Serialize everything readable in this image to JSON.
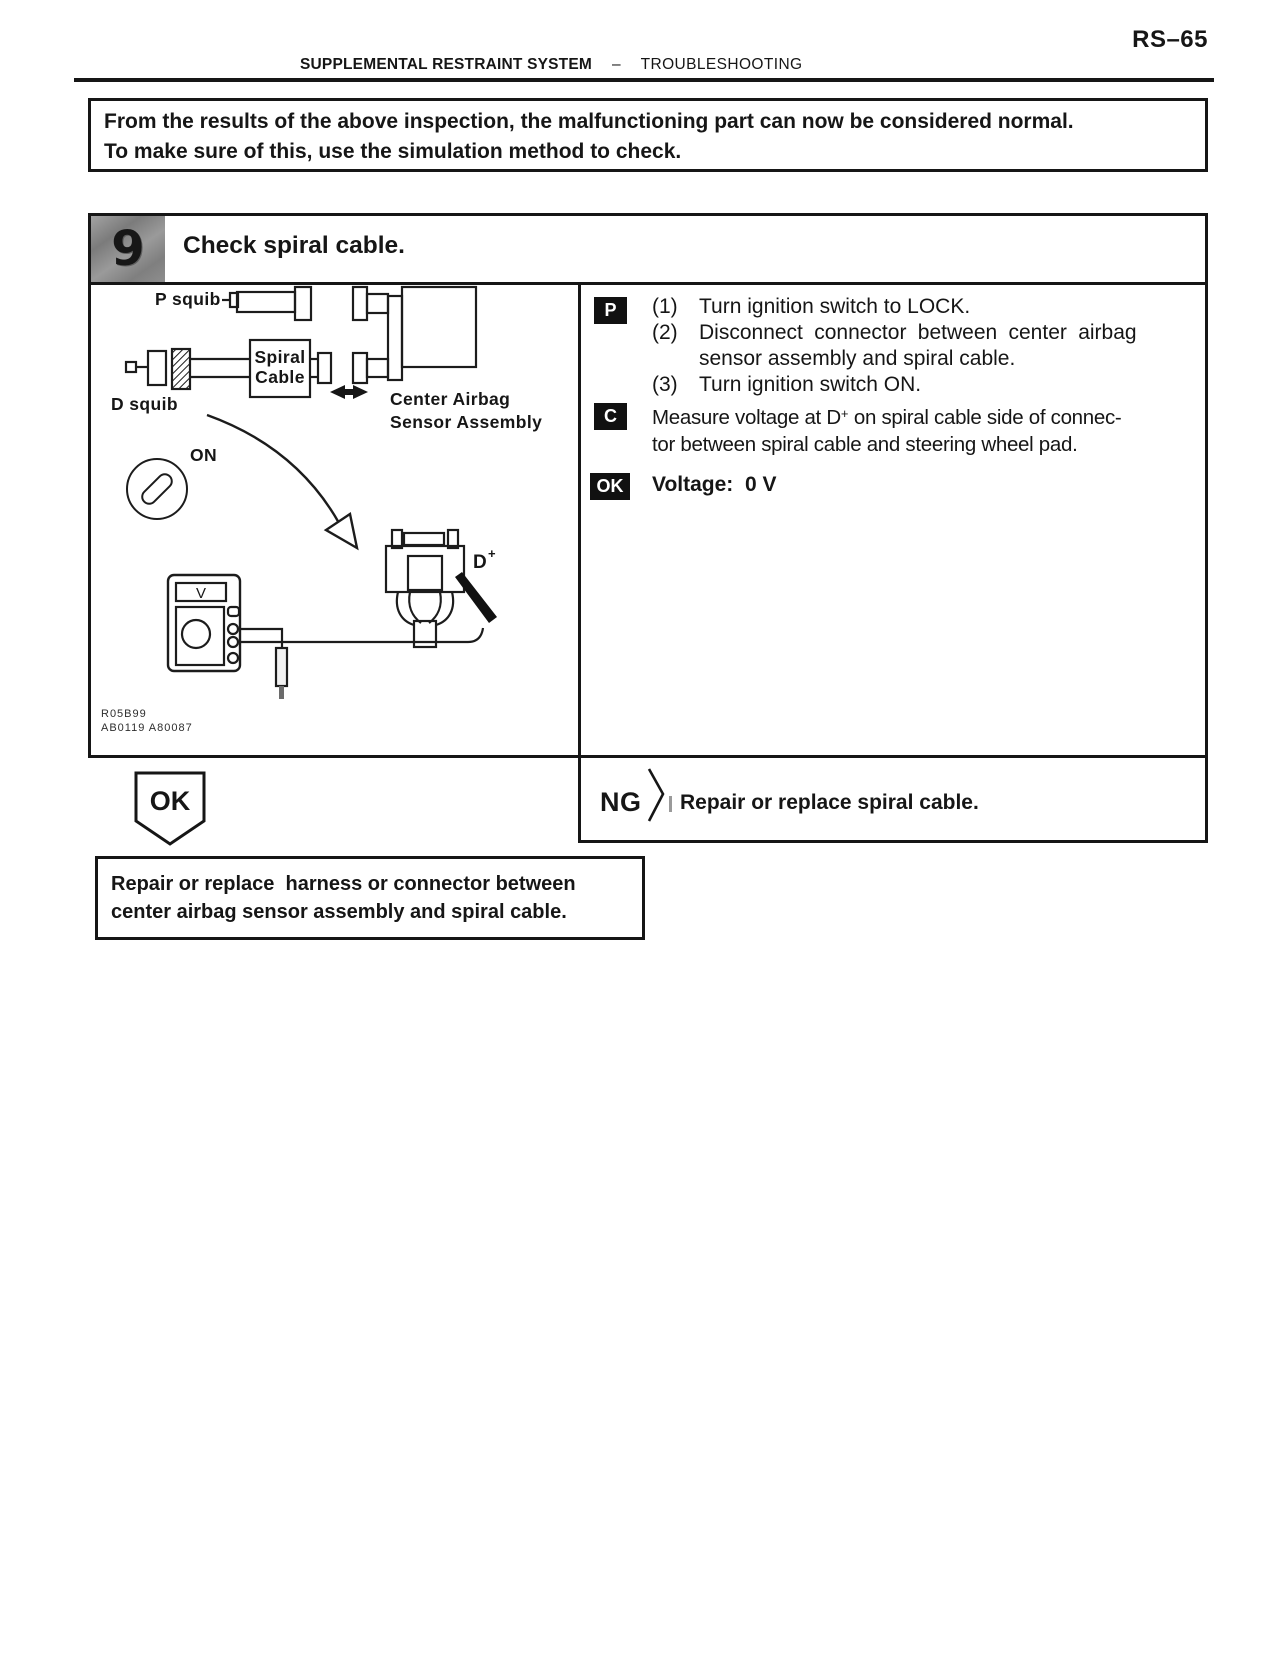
{
  "page_header": {
    "page_number": "RS–65",
    "section_title": "SUPPLEMENTAL RESTRAINT SYSTEM",
    "separator": "–",
    "subsection": "TROUBLESHOOTING"
  },
  "intro_box": {
    "line1": "From the results of the above inspection, the malfunctioning part can now be considered normal.",
    "line2": "To make sure of this, use the simulation method to check."
  },
  "step": {
    "number": "9",
    "title": "Check spiral cable.",
    "diagram": {
      "p_squib_label": "P squib",
      "d_squib_label": "D squib",
      "spiral_cable_line1": "Spiral",
      "spiral_cable_line2": "Cable",
      "assembly_label_line1": "Center Airbag",
      "assembly_label_line2": "Sensor Assembly",
      "ignition_label": "ON",
      "terminal_label": "D",
      "terminal_sup": "+",
      "meter_label": "V",
      "code_line1": "R05B99",
      "code_line2": "AB0119 A80087"
    },
    "prepare": {
      "badge": "P",
      "items": [
        {
          "num": "(1)",
          "text": "Turn ignition switch to LOCK."
        },
        {
          "num": "(2)",
          "text": "Disconnect connector between center airbag",
          "cont": "sensor assembly and spiral cable."
        },
        {
          "num": "(3)",
          "text": "Turn ignition switch ON."
        }
      ]
    },
    "check": {
      "badge": "C",
      "line1_part1": "Measure voltage at D",
      "line1_sup": "+",
      "line1_part2": " on spiral cable side of connec-",
      "line2": "tor between spiral cable and steering wheel pad."
    },
    "ok_spec": {
      "badge": "OK",
      "text": "Voltage:  0 V"
    },
    "ng": {
      "label": "NG",
      "action": "Repair or replace spiral cable."
    },
    "ok_flow": {
      "label": "OK"
    },
    "result_box": {
      "line1": "Repair or replace  harness or connector between",
      "line2": "center airbag sensor assembly and spiral cable."
    }
  }
}
